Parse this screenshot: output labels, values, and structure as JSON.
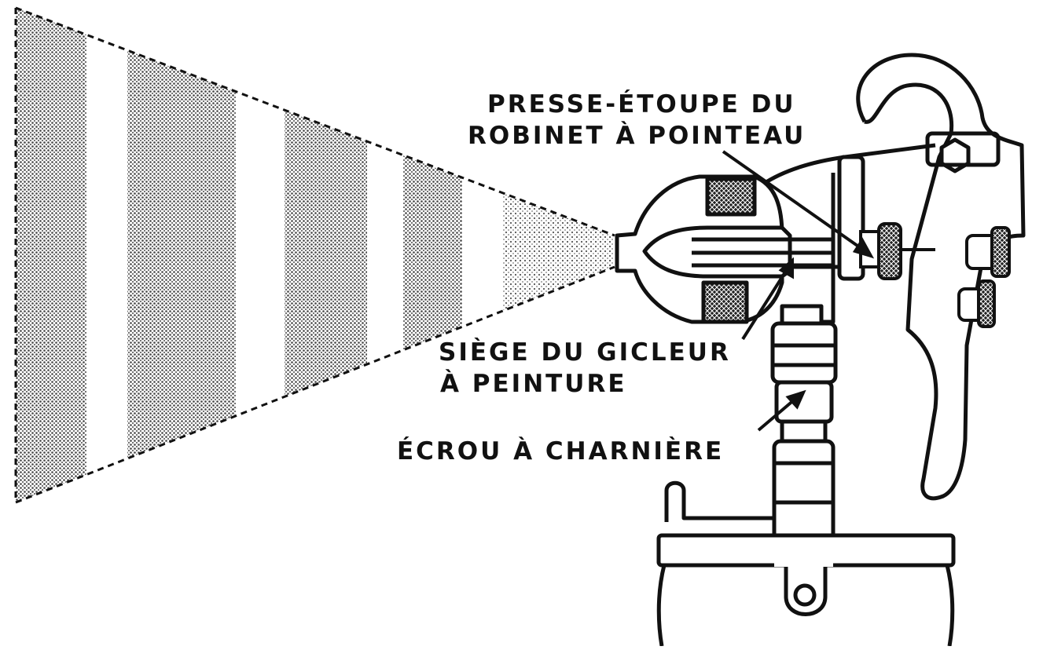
{
  "labels": {
    "packing_line1": "PRESSE-ÉTOUPE DU",
    "packing_line2": "ROBINET À POINTEAU",
    "nozzle_line1": "SIÈGE DU GICLEUR",
    "nozzle_line2": "À PEINTURE",
    "swivel_nut": "ÉCROU À CHARNIÈRE"
  },
  "colors": {
    "ink": "#111111",
    "paper": "#ffffff",
    "spray": "#9a9a9a",
    "spray_dark": "#6e6e6e"
  }
}
